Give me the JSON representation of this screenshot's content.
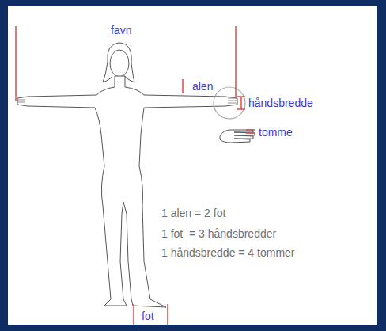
{
  "diagram": {
    "labels": [
      "favn",
      "alen",
      "håndsbredde",
      "tomme",
      "1 alen = 2 fot",
      "1 fot  = 3 håndsbredder",
      "1 håndsbredde = 4 tommer",
      "fot"
    ]
  }
}
